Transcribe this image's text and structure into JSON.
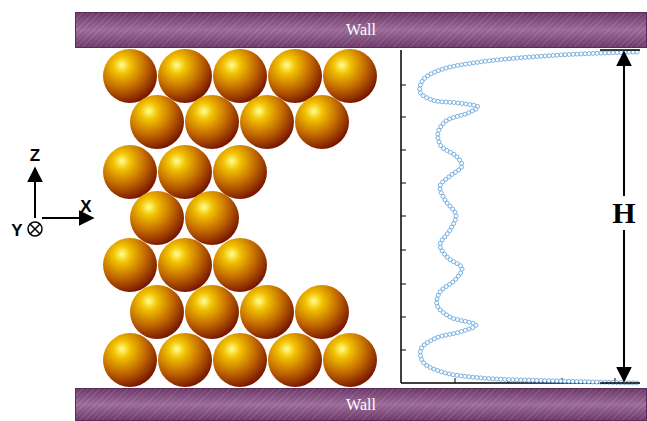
{
  "diagram": {
    "nodes": [
      {
        "text": [
          "Wall"
        ]
      },
      {
        "text": [
          "Wall"
        ]
      }
    ],
    "labels": [
      "Z",
      "X",
      "Y",
      "H"
    ]
  }
}
